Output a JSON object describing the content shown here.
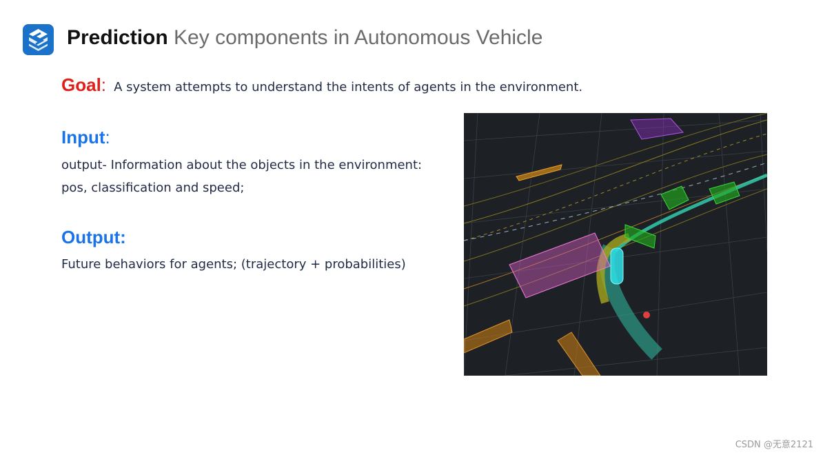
{
  "header": {
    "title_bold": "Prediction",
    "title_rest": "Key components in Autonomous Vehicle"
  },
  "goal": {
    "label": "Goal",
    "colon": ":",
    "text": "A system attempts to understand the intents of agents in the environment."
  },
  "input": {
    "label": "Input",
    "colon": ":",
    "lines": [
      "output- Information about the objects in the environment:",
      "pos, classification and speed;"
    ]
  },
  "output": {
    "label": "Output:",
    "lines": [
      "Future behaviors for agents; (trajectory + probabilities)"
    ]
  },
  "watermark": "CSDN @无意2121",
  "colors": {
    "goal_red": "#e0201a",
    "section_blue": "#1a73e8",
    "logo_blue": "#1a73c9"
  },
  "icons": {
    "logo": "stacked-layers-s-logo-icon"
  }
}
